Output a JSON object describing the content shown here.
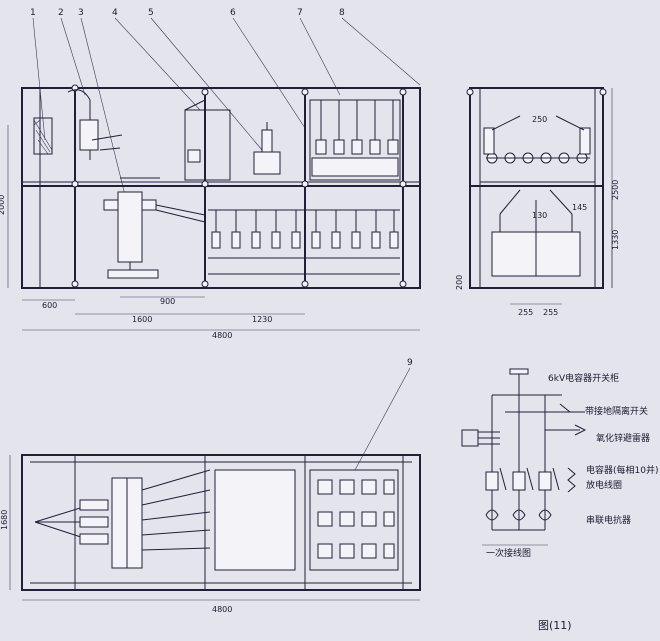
{
  "callouts": [
    "1",
    "2",
    "3",
    "4",
    "5",
    "6",
    "7",
    "8",
    "9"
  ],
  "front_view": {
    "dim_height": "2000",
    "dim_600": "600",
    "dim_900": "900",
    "dim_1600": "1600",
    "dim_1230": "1230",
    "dim_total": "4800"
  },
  "side_view": {
    "dim_250": "250",
    "dim_130": "130",
    "dim_145": "145",
    "dim_2500": "2500",
    "dim_1330": "1330",
    "dim_200": "200",
    "dim_255a": "255",
    "dim_255b": "255"
  },
  "plan_view": {
    "dim_1680": "1680",
    "dim_total": "4800"
  },
  "schematic": {
    "title": "6kV电容器开关柜",
    "lbl_switch": "带接地隔离开关",
    "lbl_arrester": "氧化锌避雷器",
    "lbl_capacitor": "电容器(每相10并)",
    "lbl_coil": "放电线圈",
    "lbl_reactor": "串联电抗器",
    "caption": "一次接线图"
  },
  "figure_label": "图(11)"
}
